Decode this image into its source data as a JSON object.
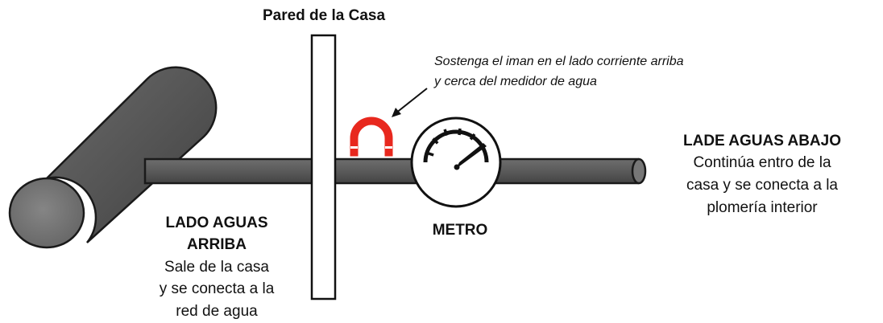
{
  "wall_label": "Pared de la Casa",
  "instruction": {
    "line1": "Sostenga el iman en el lado corriente arriba",
    "line2": "y cerca del medidor de agua"
  },
  "downstream": {
    "title": "LADE AGUAS ABAJO",
    "line1": "Continúa entro de la",
    "line2": "casa y se conecta a la",
    "line3": "plomería interior"
  },
  "upstream": {
    "title1": "LADO AGUAS",
    "title2": "ARRIBA",
    "line1": "Sale de la casa",
    "line2": "y se conecta a la",
    "line3": "red de agua"
  },
  "meter_label": "METRO",
  "colors": {
    "pipe_fill": "#5e5e5e",
    "pipe_dark": "#3a3a3a",
    "magnet": "#e8281e",
    "outline": "#111111"
  },
  "icons": {
    "magnet": "horseshoe-magnet",
    "meter": "gauge-dial"
  }
}
